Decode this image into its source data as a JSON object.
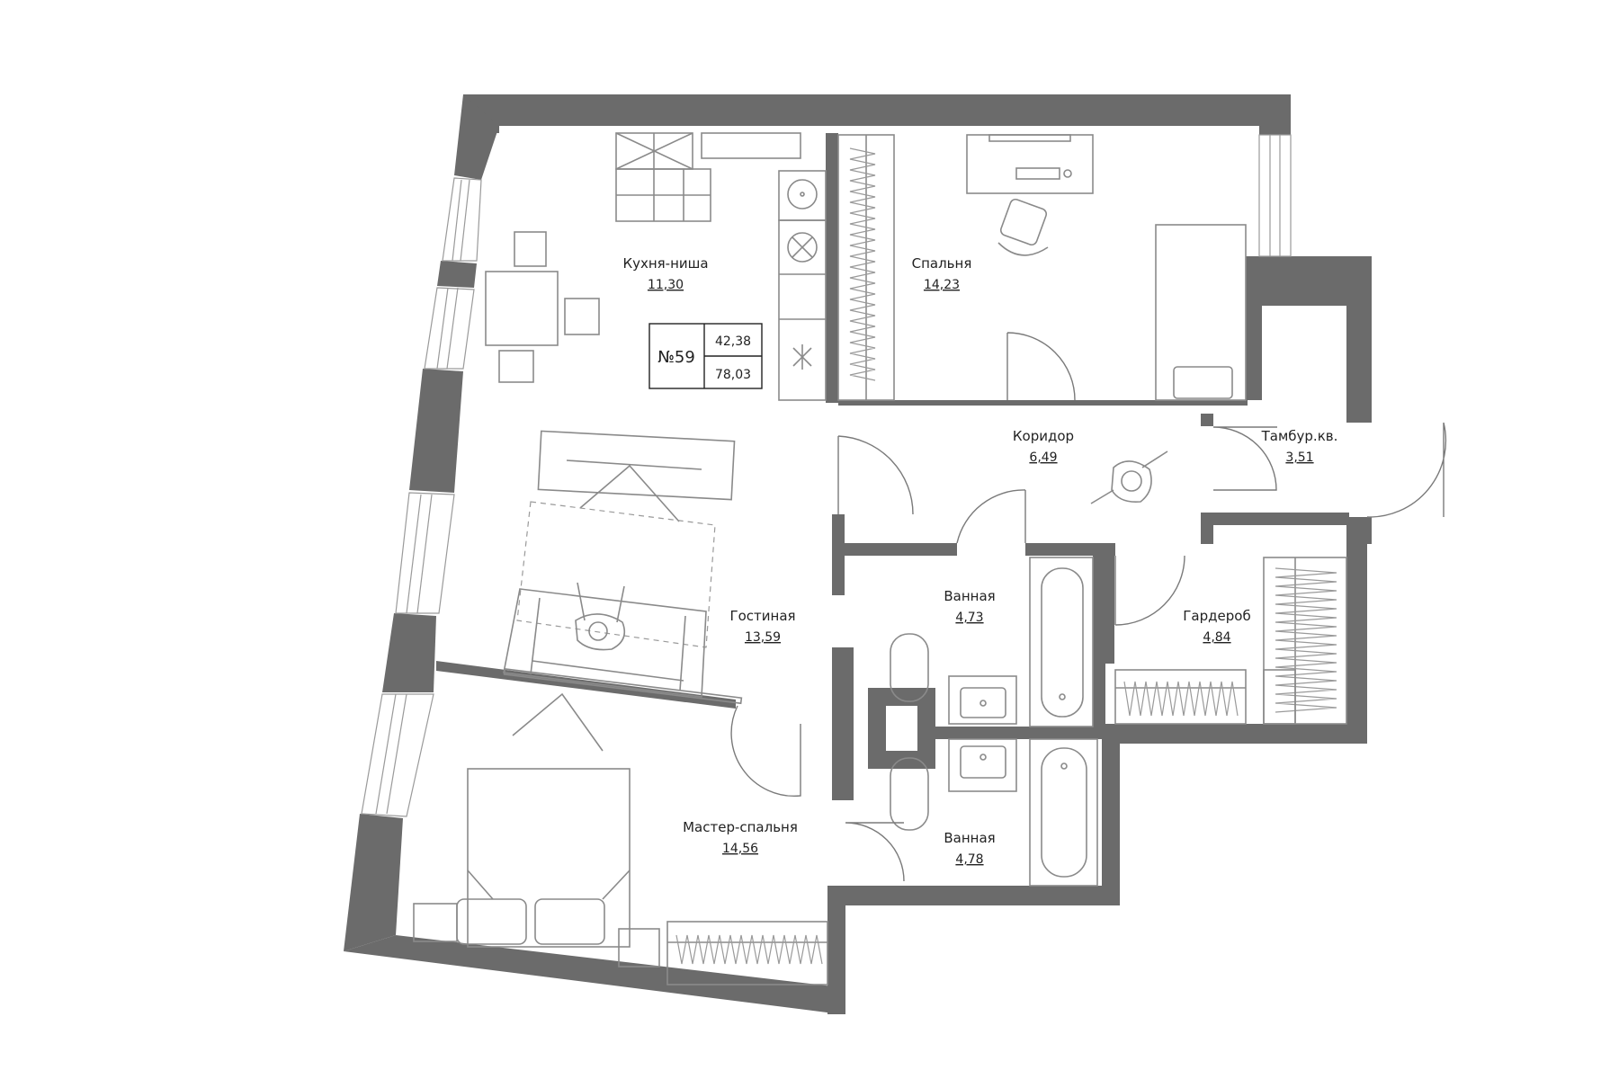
{
  "apartment": {
    "number": "№59",
    "living_area": "42,38",
    "total_area": "78,03"
  },
  "rooms": [
    {
      "id": "kitchen",
      "name": "Кухня-ниша",
      "area": "11,30"
    },
    {
      "id": "bedroom",
      "name": "Спальня",
      "area": "14,23"
    },
    {
      "id": "corridor",
      "name": "Коридор",
      "area": "6,49"
    },
    {
      "id": "vestibule",
      "name": "Тамбур.кв.",
      "area": "3,51"
    },
    {
      "id": "living",
      "name": "Гостиная",
      "area": "13,59"
    },
    {
      "id": "bath1",
      "name": "Ванная",
      "area": "4,73"
    },
    {
      "id": "wardrobe",
      "name": "Гардероб",
      "area": "4,84"
    },
    {
      "id": "master",
      "name": "Мастер-спальня",
      "area": "14,56"
    },
    {
      "id": "bath2",
      "name": "Ванная",
      "area": "4,78"
    }
  ],
  "colors": {
    "wall": "#6b6b6b",
    "furniture": "#8a8a8a"
  }
}
